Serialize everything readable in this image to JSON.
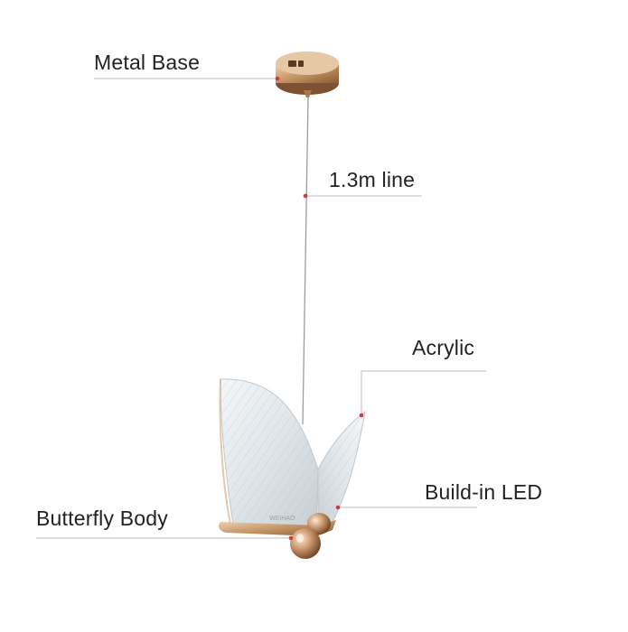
{
  "callouts": {
    "metal_base": "Metal Base",
    "line": "1.3m line",
    "acrylic": "Acrylic",
    "build_in_led": "Build-in LED",
    "butterfly_body": "Butterfly Body"
  },
  "colors": {
    "background": "#ffffff",
    "label_text": "#222222",
    "leader_line": "#bbbbbb",
    "marker_dot": "#d23a3a",
    "gold": "#c99a6a",
    "acrylic": "#e9eef1"
  }
}
